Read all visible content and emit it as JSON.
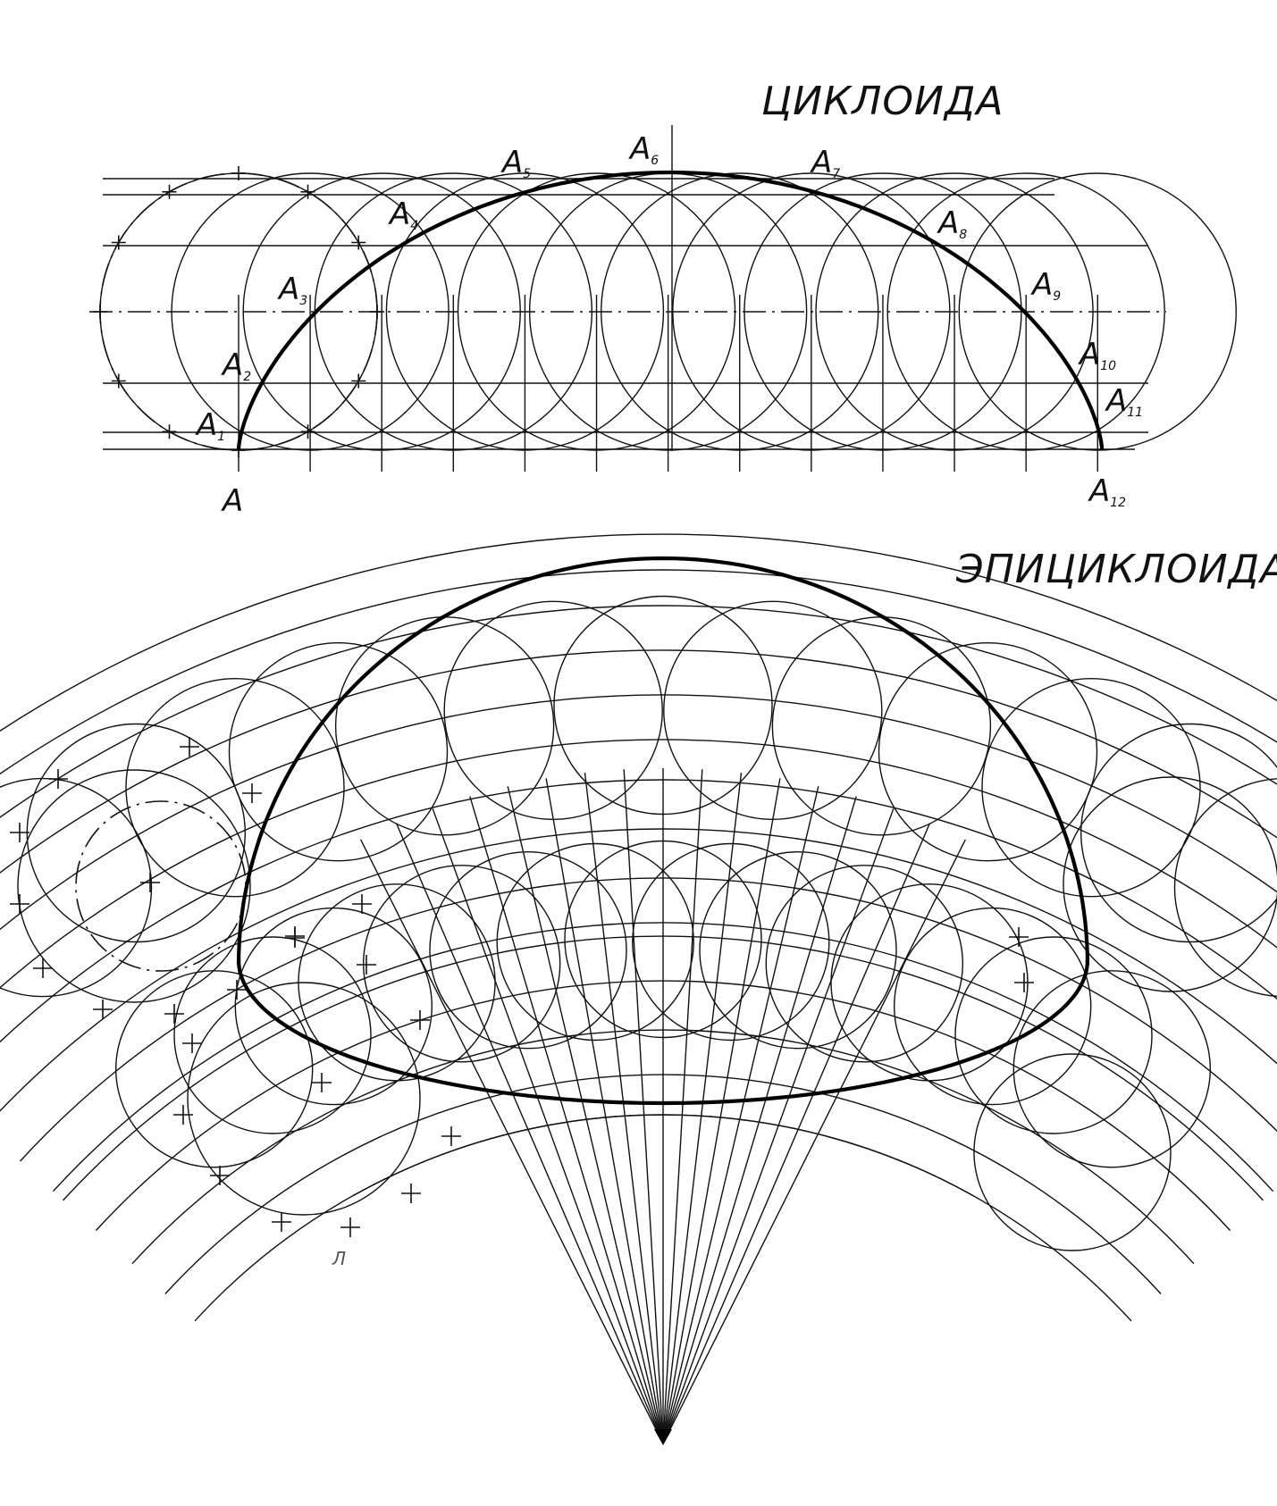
{
  "cycloid": {
    "title": "ЦИКЛОИДА",
    "points": [
      {
        "base": "A",
        "sub": ""
      },
      {
        "base": "A",
        "sub": "1"
      },
      {
        "base": "A",
        "sub": "2"
      },
      {
        "base": "A",
        "sub": "3"
      },
      {
        "base": "A",
        "sub": "4"
      },
      {
        "base": "A",
        "sub": "5"
      },
      {
        "base": "A",
        "sub": "6"
      },
      {
        "base": "A",
        "sub": "7"
      },
      {
        "base": "A",
        "sub": "8"
      },
      {
        "base": "A",
        "sub": "9"
      },
      {
        "base": "A",
        "sub": "10"
      },
      {
        "base": "A",
        "sub": "11"
      },
      {
        "base": "A",
        "sub": "12"
      }
    ]
  },
  "epicycloid": {
    "title": "ЭПИЦИКЛОИДА",
    "stray_mark": "Л"
  }
}
